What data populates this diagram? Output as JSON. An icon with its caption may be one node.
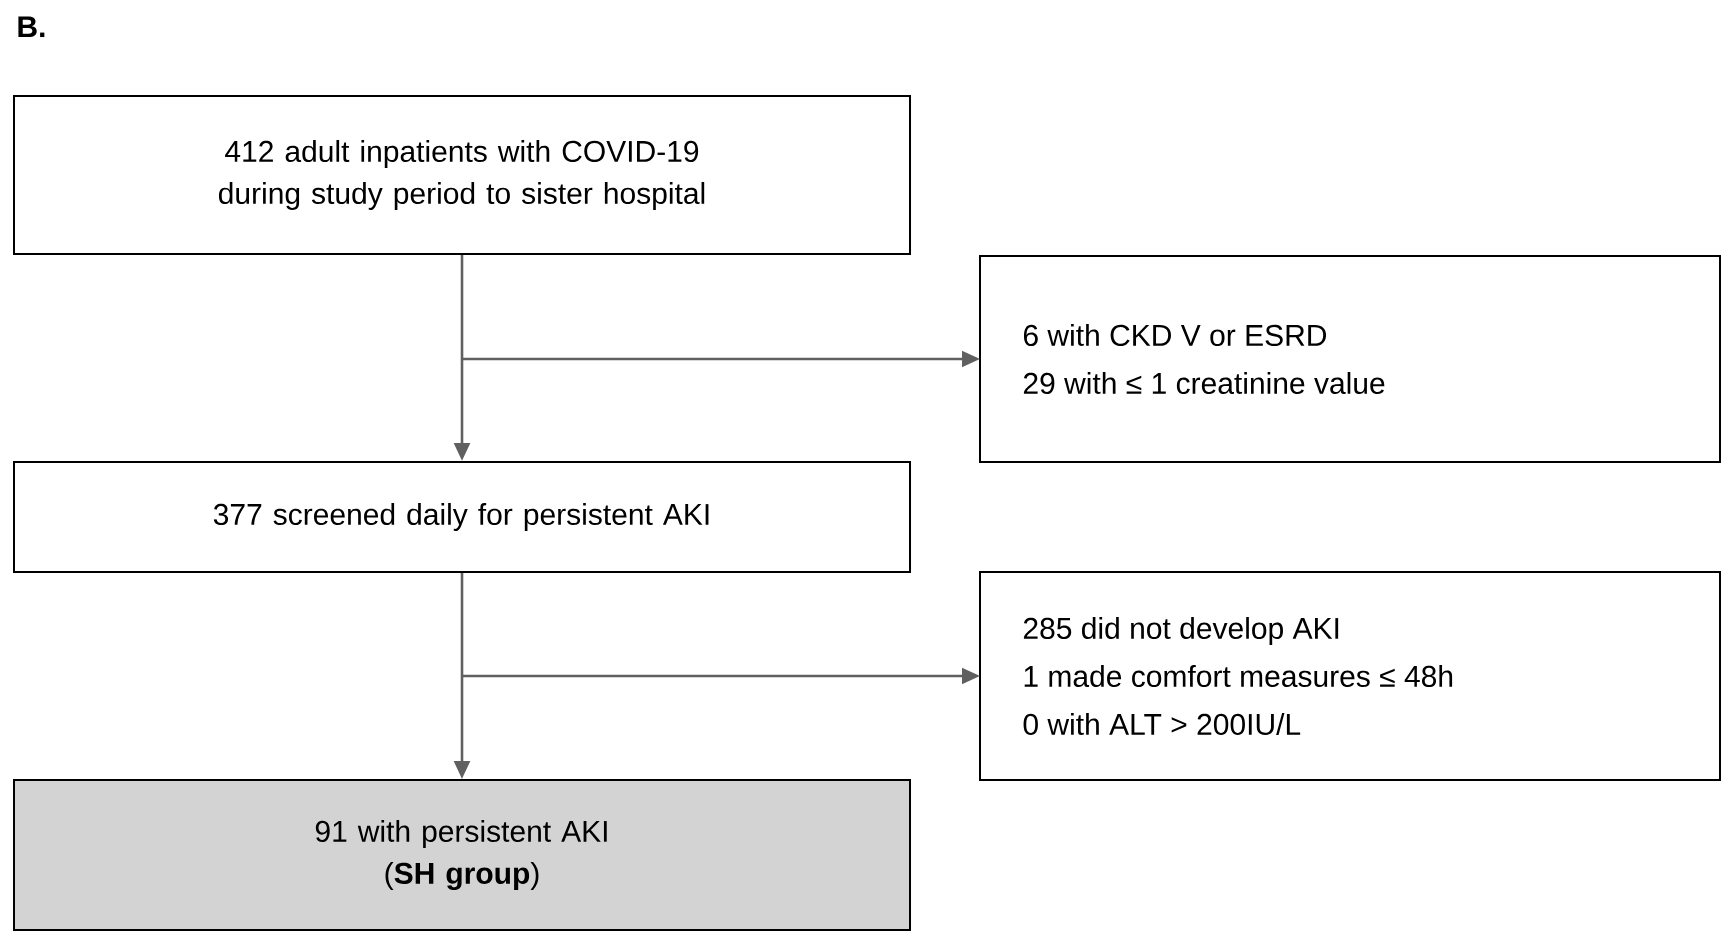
{
  "diagram": {
    "nodes": [
      {
        "text": [
          "412 adult inpatients with COVID-19 during study period to sister hospital"
        ]
      },
      {
        "text": [
          "6 with CKD V or ESRD",
          "29 with ≤ 1 creatinine value"
        ]
      },
      {
        "text": [
          "377 screened daily for persistent AKI"
        ]
      },
      {
        "text": [
          "285 did not develop AKI",
          "1 made comfort measures ≤ 48h",
          "0 with ALT > 200IU/L"
        ]
      },
      {
        "text": [
          "91 with persistent AKI",
          "(**SH group**)"
        ]
      }
    ],
    "edges": [
      {
        "from": 0,
        "to": 2,
        "arrow": "to"
      },
      {
        "from": 0,
        "to": 1,
        "arrow": "to"
      },
      {
        "from": 2,
        "to": 4,
        "arrow": "to"
      },
      {
        "from": 2,
        "to": 3,
        "arrow": "to"
      }
    ],
    "labels": [
      "B."
    ]
  }
}
